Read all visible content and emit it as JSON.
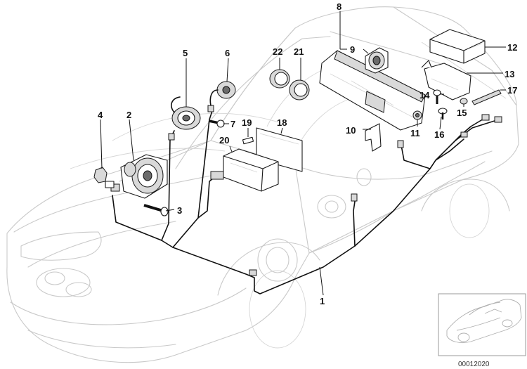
{
  "callouts": [
    {
      "num": "1"
    },
    {
      "num": "2"
    },
    {
      "num": "3"
    },
    {
      "num": "4"
    },
    {
      "num": "5"
    },
    {
      "num": "6"
    },
    {
      "num": "7"
    },
    {
      "num": "8"
    },
    {
      "num": "9"
    },
    {
      "num": "10"
    },
    {
      "num": "11"
    },
    {
      "num": "12"
    },
    {
      "num": "13"
    },
    {
      "num": "14"
    },
    {
      "num": "15"
    },
    {
      "num": "16"
    },
    {
      "num": "17"
    },
    {
      "num": "18"
    },
    {
      "num": "19"
    },
    {
      "num": "20"
    },
    {
      "num": "21"
    },
    {
      "num": "22"
    }
  ],
  "inset": {
    "reference_code": "00012020"
  },
  "colors": {
    "car_outline": "#c9c9c9",
    "parts_stroke": "#1a1a1a",
    "wiring": "#111111",
    "background": "#ffffff"
  }
}
